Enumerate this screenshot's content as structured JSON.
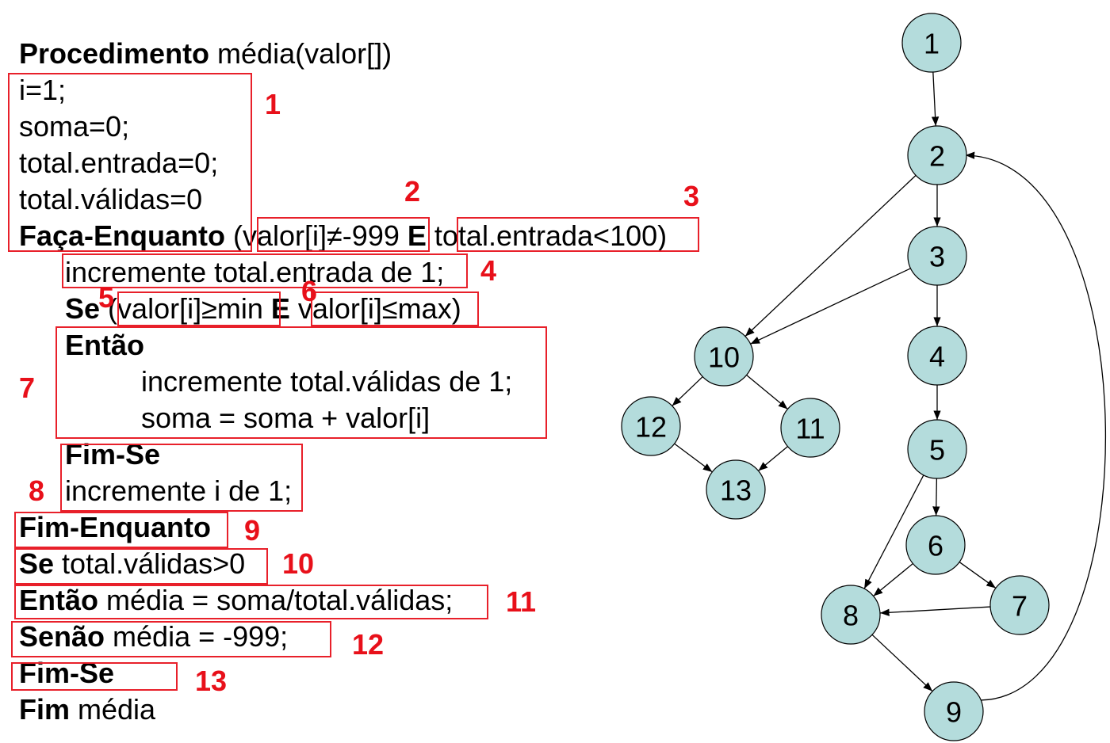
{
  "code": {
    "line_proc": {
      "kw": "Procedimento",
      "rest": " média(valor[])"
    },
    "line_i": "i=1;",
    "line_soma": "soma=0;",
    "line_te": "total.entrada=0;",
    "line_tv": "total.válidas=0",
    "line_faca": {
      "kw": "Faça-Enquanto",
      "open": " (",
      "cond1": "valor[i]≠-999",
      "and": "E",
      "cond2": "total.entrada<100",
      "close": ")"
    },
    "line_inc_te": "incremente total.entrada de 1;",
    "line_se": {
      "kw": "Se",
      "open": " (",
      "cond1": "valor[i]≥min",
      "and": "E",
      "cond2": "valor[i]≤max",
      "close": ")"
    },
    "line_entao": "Então",
    "line_inc_tv": "incremente total.válidas de 1;",
    "line_soma2": "soma = soma + valor[i]",
    "line_fimse": "Fim-Se",
    "line_inc_i": "incremente i de 1;",
    "line_fimenq": "Fim-Enquanto",
    "line_se2": {
      "kw": "Se",
      "rest": " total.válidas>0"
    },
    "line_entao2": {
      "kw": "Então",
      "rest": " média = soma/total.válidas;"
    },
    "line_senao": {
      "kw": "Senão",
      "rest": " média = -999;"
    },
    "line_fimse2": "Fim-Se",
    "line_fim": {
      "kw": "Fim",
      "rest": " média"
    }
  },
  "labels": [
    "1",
    "2",
    "3",
    "4",
    "5",
    "6",
    "7",
    "8",
    "9",
    "10",
    "11",
    "12",
    "13"
  ],
  "graph": {
    "nodes": [
      "1",
      "2",
      "3",
      "4",
      "5",
      "6",
      "7",
      "8",
      "9",
      "10",
      "11",
      "12",
      "13"
    ],
    "edges": [
      [
        "1",
        "2"
      ],
      [
        "2",
        "3"
      ],
      [
        "3",
        "4"
      ],
      [
        "4",
        "5"
      ],
      [
        "5",
        "6"
      ],
      [
        "6",
        "7"
      ],
      [
        "6",
        "8"
      ],
      [
        "7",
        "8"
      ],
      [
        "5",
        "8"
      ],
      [
        "8",
        "9"
      ],
      [
        "9",
        "2"
      ],
      [
        "2",
        "10"
      ],
      [
        "3",
        "10"
      ],
      [
        "10",
        "11"
      ],
      [
        "10",
        "12"
      ],
      [
        "11",
        "13"
      ],
      [
        "12",
        "13"
      ]
    ]
  },
  "colors": {
    "highlight": "#e8202a",
    "node_fill": "#b4dcdc"
  }
}
